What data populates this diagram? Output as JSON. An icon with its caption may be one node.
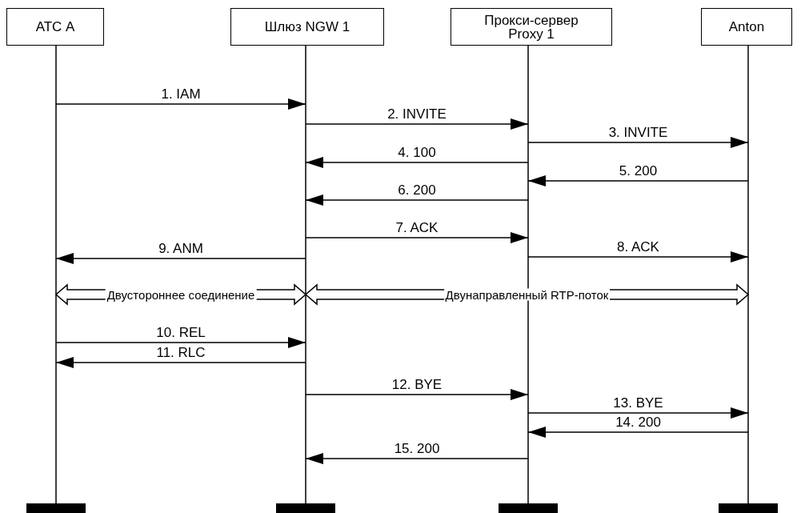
{
  "diagram": {
    "nodes": [
      {
        "text": [
          "АТС А"
        ]
      },
      {
        "text": [
          "Шлюз NGW 1"
        ]
      },
      {
        "text": [
          "Прокси-сервер Proxy 1"
        ]
      },
      {
        "text": [
          "Anton"
        ]
      }
    ],
    "edges": [
      {
        "from": 0,
        "to": 1,
        "arrow": "to",
        "label": "1. IAM"
      },
      {
        "from": 1,
        "to": 2,
        "arrow": "to",
        "label": "2. INVITE"
      },
      {
        "from": 2,
        "to": 3,
        "arrow": "to",
        "label": "3. INVITE"
      },
      {
        "from": 2,
        "to": 1,
        "arrow": "to",
        "label": "4. 100"
      },
      {
        "from": 3,
        "to": 2,
        "arrow": "to",
        "label": "5. 200"
      },
      {
        "from": 2,
        "to": 1,
        "arrow": "to",
        "label": "6. 200"
      },
      {
        "from": 1,
        "to": 2,
        "arrow": "to",
        "label": "7. ACK"
      },
      {
        "from": 2,
        "to": 3,
        "arrow": "to",
        "label": "8. ACK"
      },
      {
        "from": 1,
        "to": 0,
        "arrow": "to",
        "label": "9. ANM"
      },
      {
        "from": 0,
        "to": 1,
        "arrow": "both",
        "label": "Двустороннее  соединение",
        "style": "thick"
      },
      {
        "from": 1,
        "to": 3,
        "arrow": "both",
        "label": "Двунаправленный RTP-поток",
        "style": "thick"
      },
      {
        "from": 0,
        "to": 1,
        "arrow": "to",
        "label": "10. REL"
      },
      {
        "from": 1,
        "to": 0,
        "arrow": "to",
        "label": "11. RLC"
      },
      {
        "from": 1,
        "to": 2,
        "arrow": "to",
        "label": "12. BYE"
      },
      {
        "from": 2,
        "to": 3,
        "arrow": "to",
        "label": "13. BYE"
      },
      {
        "from": 3,
        "to": 2,
        "arrow": "to",
        "label": "14. 200"
      },
      {
        "from": 2,
        "to": 1,
        "arrow": "to",
        "label": "15. 200"
      }
    ]
  }
}
